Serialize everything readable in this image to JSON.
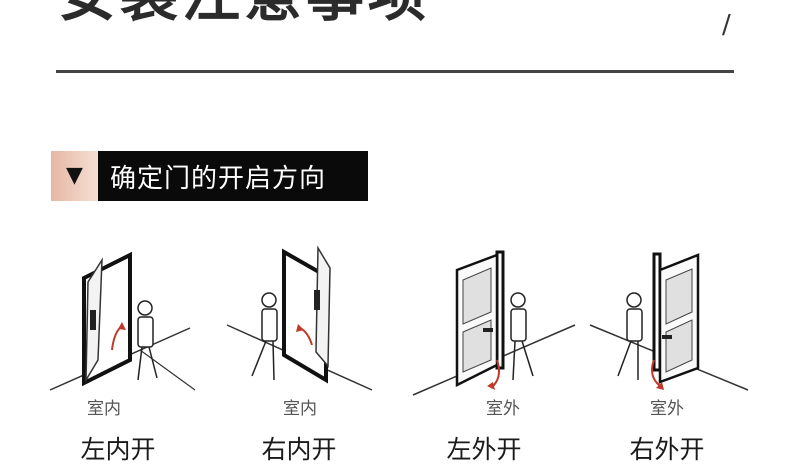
{
  "header": {
    "title": "安装注意事项",
    "slash": "/"
  },
  "section": {
    "marker_icon": "triangle-down-icon",
    "label": "确定门的开启方向"
  },
  "doors": [
    {
      "room_label": "室内",
      "type_label": "左内开"
    },
    {
      "room_label": "室内",
      "type_label": "右内开"
    },
    {
      "room_label": "室外",
      "type_label": "左外开"
    },
    {
      "room_label": "室外",
      "type_label": "右外开"
    }
  ],
  "colors": {
    "arrow": "#c0392b",
    "badge_gradient": [
      "#e6b7a5",
      "#f5dfd3"
    ],
    "badge_bg": "#0a0a0a"
  }
}
